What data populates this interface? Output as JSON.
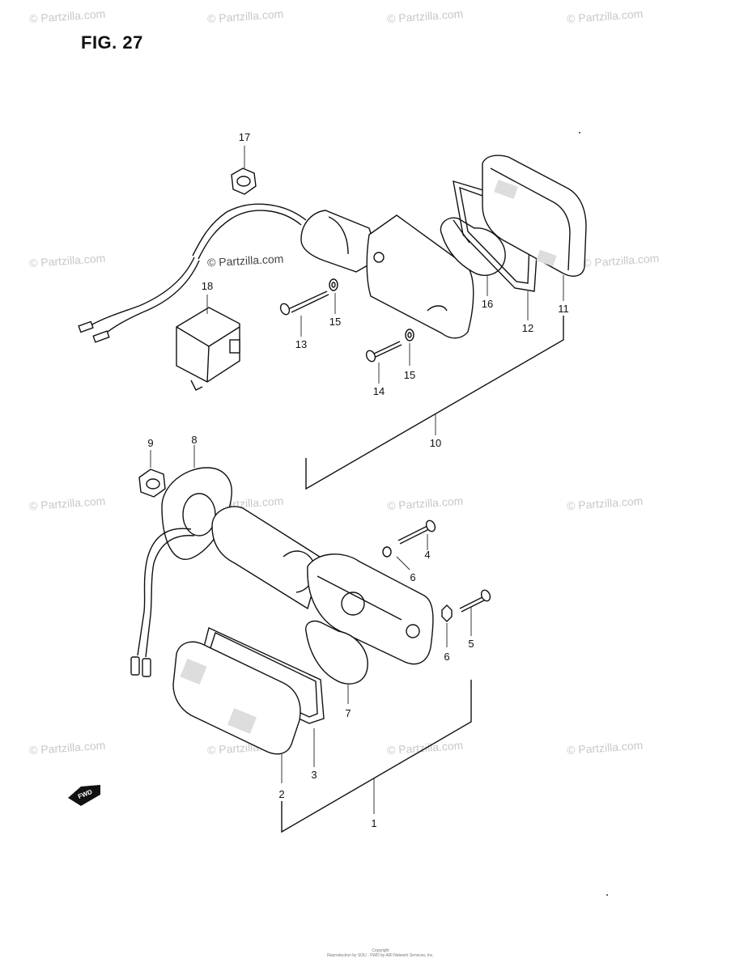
{
  "figure": {
    "title": "FIG. 27"
  },
  "watermark": {
    "text": "© Partzilla.com",
    "center_text": "© Partzilla.com"
  },
  "callouts": {
    "c1": "1",
    "c2": "2",
    "c3": "3",
    "c4": "4",
    "c5": "5",
    "c6a": "6",
    "c6b": "6",
    "c7": "7",
    "c8": "8",
    "c9": "9",
    "c10": "10",
    "c11": "11",
    "c12": "12",
    "c13": "13",
    "c14": "14",
    "c15a": "15",
    "c15b": "15",
    "c16": "16",
    "c17": "17",
    "c18": "18"
  },
  "fwd_label": "FWD",
  "copyright": {
    "line1": "Copyright",
    "line2": "Reproduction by SOU - FWD by ARI Network Services, Inc."
  }
}
